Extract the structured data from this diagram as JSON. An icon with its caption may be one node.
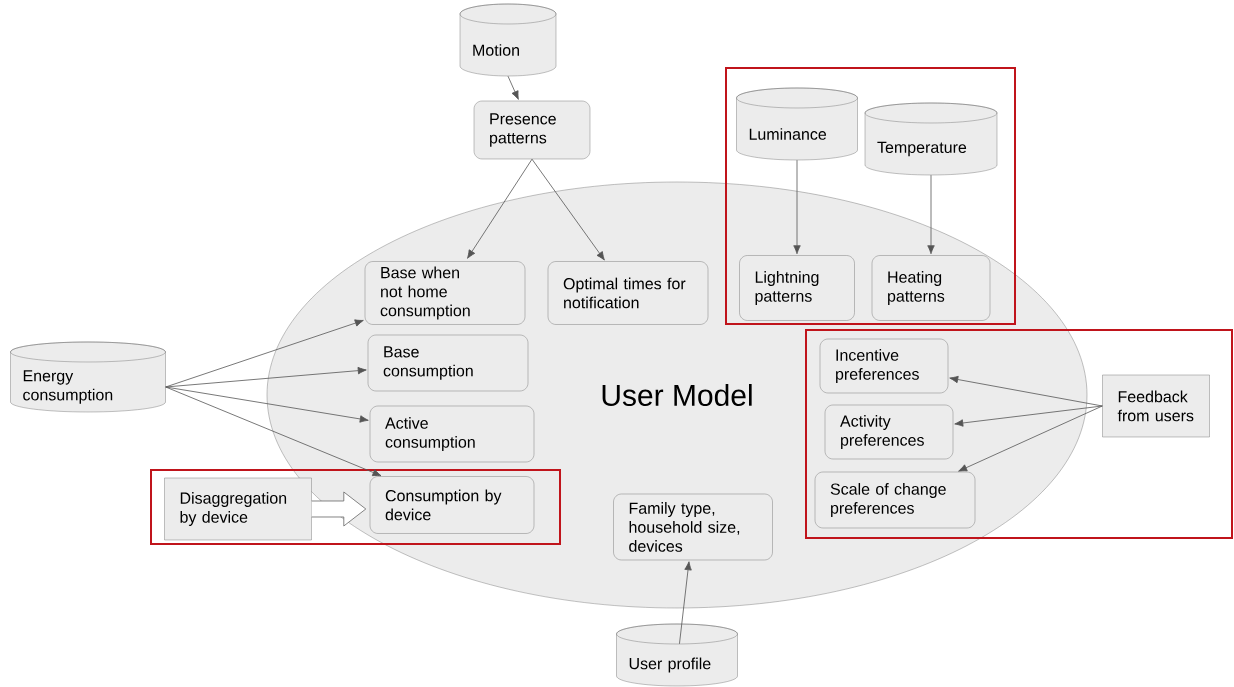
{
  "diagram": {
    "nodes": [
      {
        "text": [
          "Motion"
        ]
      },
      {
        "text": [
          "Presence patterns"
        ]
      },
      {
        "text": [
          "Luminance"
        ]
      },
      {
        "text": [
          "Temperature"
        ]
      },
      {
        "text": [
          "User Model"
        ]
      },
      {
        "text": [
          "Base when not home consumption"
        ],
        "in": 4
      },
      {
        "text": [
          "Optimal times for notification"
        ],
        "in": 4
      },
      {
        "text": [
          "Lightning patterns"
        ],
        "in": 4
      },
      {
        "text": [
          "Heating patterns"
        ],
        "in": 4
      },
      {
        "text": [
          "Energy consumption"
        ]
      },
      {
        "text": [
          "Base consumption"
        ],
        "in": 4
      },
      {
        "text": [
          "Incentive preferences"
        ],
        "in": 4
      },
      {
        "text": [
          "Feedback from users"
        ]
      },
      {
        "text": [
          "Active consumption"
        ],
        "in": 4
      },
      {
        "text": [
          "Activity preferences"
        ],
        "in": 4
      },
      {
        "text": [
          "Disaggregation by device"
        ]
      },
      {
        "text": [
          "Consumption by device"
        ],
        "in": 4
      },
      {
        "text": [
          "Scale of change preferences"
        ],
        "in": 4
      },
      {
        "text": [
          "Family type, household size, devices"
        ],
        "in": 4
      },
      {
        "text": [
          "User profile"
        ]
      }
    ],
    "edges": [
      {
        "from": 0,
        "to": 1,
        "arrow": "to"
      },
      {
        "from": 1,
        "to": 5,
        "arrow": "to"
      },
      {
        "from": 1,
        "to": 6,
        "arrow": "to"
      },
      {
        "from": 2,
        "to": 7,
        "arrow": "to"
      },
      {
        "from": 3,
        "to": 8,
        "arrow": "to"
      },
      {
        "from": 9,
        "to": 5,
        "arrow": "to"
      },
      {
        "from": 9,
        "to": 10,
        "arrow": "to"
      },
      {
        "from": 9,
        "to": 13,
        "arrow": "to"
      },
      {
        "from": 9,
        "to": 16,
        "arrow": "to"
      },
      {
        "from": 15,
        "to": 16,
        "arrow": "to",
        "style": "thick"
      },
      {
        "from": 12,
        "to": 11,
        "arrow": "to"
      },
      {
        "from": 12,
        "to": 14,
        "arrow": "to"
      },
      {
        "from": 12,
        "to": 17,
        "arrow": "to"
      },
      {
        "from": 19,
        "to": 18,
        "arrow": "to"
      }
    ]
  }
}
